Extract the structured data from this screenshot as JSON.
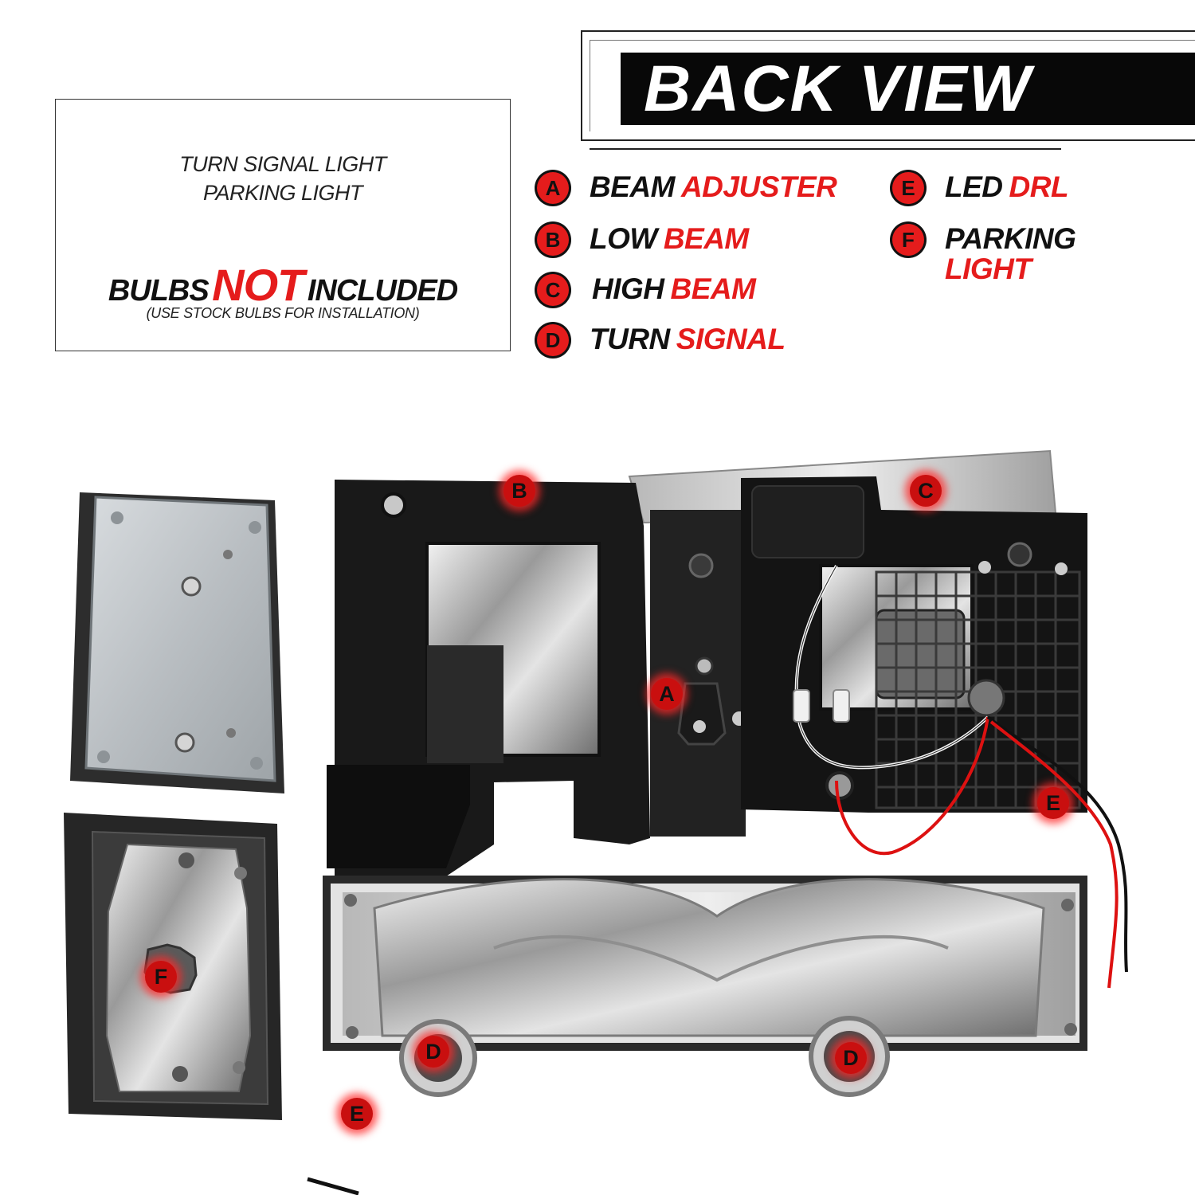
{
  "info_box": {
    "line1": "TURN SIGNAL LIGHT",
    "line2": "PARKING LIGHT",
    "bulbs_pre": "BULBS",
    "bulbs_not": "NOT",
    "bulbs_post": "INCLUDED",
    "bulbs_sub": "(USE STOCK BULBS FOR INSTALLATION)"
  },
  "header": {
    "title": "BACK VIEW"
  },
  "legend": [
    {
      "letter": "A",
      "black": "BEAM",
      "red": "ADJUSTER"
    },
    {
      "letter": "B",
      "black": "LOW",
      "red": "BEAM"
    },
    {
      "letter": "C",
      "black": "HIGH",
      "red": "BEAM"
    },
    {
      "letter": "D",
      "black": "TURN",
      "red": "SIGNAL"
    },
    {
      "letter": "E",
      "black": "LED",
      "red": "DRL"
    },
    {
      "letter": "F",
      "black": "PARKING",
      "red": "LIGHT"
    }
  ],
  "markers": [
    "A",
    "B",
    "C",
    "D",
    "D",
    "E",
    "E",
    "F"
  ],
  "colors": {
    "accent": "#e51c1c",
    "dark": "#080808"
  }
}
